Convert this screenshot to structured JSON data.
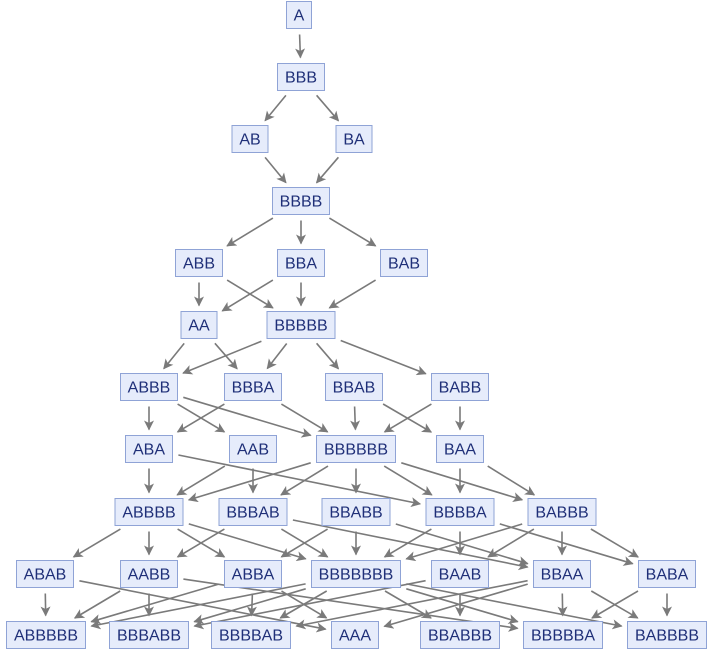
{
  "graph": {
    "nodes": [
      {
        "id": "n0",
        "label": "A",
        "level": 0
      },
      {
        "id": "n1",
        "label": "BBB",
        "level": 1
      },
      {
        "id": "n2",
        "label": "AB",
        "level": 2
      },
      {
        "id": "n3",
        "label": "BA",
        "level": 2
      },
      {
        "id": "n4",
        "label": "BBBB",
        "level": 3
      },
      {
        "id": "n5",
        "label": "ABB",
        "level": 4
      },
      {
        "id": "n6",
        "label": "BBA",
        "level": 4
      },
      {
        "id": "n7",
        "label": "BAB",
        "level": 4
      },
      {
        "id": "n8",
        "label": "AA",
        "level": 5
      },
      {
        "id": "n9",
        "label": "BBBBB",
        "level": 5
      },
      {
        "id": "n10",
        "label": "ABBB",
        "level": 6
      },
      {
        "id": "n11",
        "label": "BBBA",
        "level": 6
      },
      {
        "id": "n12",
        "label": "BBAB",
        "level": 6
      },
      {
        "id": "n13",
        "label": "BABB",
        "level": 6
      },
      {
        "id": "n14",
        "label": "ABA",
        "level": 7
      },
      {
        "id": "n15",
        "label": "AAB",
        "level": 7
      },
      {
        "id": "n16",
        "label": "BBBBBB",
        "level": 7
      },
      {
        "id": "n17",
        "label": "BAA",
        "level": 7
      },
      {
        "id": "n18",
        "label": "ABBBB",
        "level": 8
      },
      {
        "id": "n19",
        "label": "BBBAB",
        "level": 8
      },
      {
        "id": "n20",
        "label": "BBABB",
        "level": 8
      },
      {
        "id": "n21",
        "label": "BBBBA",
        "level": 8
      },
      {
        "id": "n22",
        "label": "BABBB",
        "level": 8
      },
      {
        "id": "n23",
        "label": "ABAB",
        "level": 9
      },
      {
        "id": "n24",
        "label": "AABB",
        "level": 9
      },
      {
        "id": "n25",
        "label": "ABBA",
        "level": 9
      },
      {
        "id": "n26",
        "label": "BBBBBBB",
        "level": 9
      },
      {
        "id": "n27",
        "label": "BAAB",
        "level": 9
      },
      {
        "id": "n28",
        "label": "BBAA",
        "level": 9
      },
      {
        "id": "n29",
        "label": "BABA",
        "level": 9
      },
      {
        "id": "n30",
        "label": "ABBBBB",
        "level": 10
      },
      {
        "id": "n31",
        "label": "BBBABB",
        "level": 10
      },
      {
        "id": "n32",
        "label": "BBBBAB",
        "level": 10
      },
      {
        "id": "n33",
        "label": "AAA",
        "level": 10
      },
      {
        "id": "n34",
        "label": "BBABBB",
        "level": 10
      },
      {
        "id": "n35",
        "label": "BBBBBA",
        "level": 10
      },
      {
        "id": "n36",
        "label": "BABBBB",
        "level": 10
      }
    ],
    "edges": [
      [
        "n0",
        "n1"
      ],
      [
        "n1",
        "n2"
      ],
      [
        "n1",
        "n3"
      ],
      [
        "n2",
        "n4"
      ],
      [
        "n3",
        "n4"
      ],
      [
        "n4",
        "n5"
      ],
      [
        "n4",
        "n6"
      ],
      [
        "n4",
        "n7"
      ],
      [
        "n5",
        "n8"
      ],
      [
        "n5",
        "n9"
      ],
      [
        "n6",
        "n8"
      ],
      [
        "n6",
        "n9"
      ],
      [
        "n7",
        "n9"
      ],
      [
        "n8",
        "n10"
      ],
      [
        "n8",
        "n11"
      ],
      [
        "n9",
        "n10"
      ],
      [
        "n9",
        "n11"
      ],
      [
        "n9",
        "n12"
      ],
      [
        "n9",
        "n13"
      ],
      [
        "n10",
        "n14"
      ],
      [
        "n10",
        "n15"
      ],
      [
        "n10",
        "n16"
      ],
      [
        "n11",
        "n14"
      ],
      [
        "n11",
        "n16"
      ],
      [
        "n12",
        "n16"
      ],
      [
        "n12",
        "n17"
      ],
      [
        "n13",
        "n16"
      ],
      [
        "n13",
        "n17"
      ],
      [
        "n14",
        "n18"
      ],
      [
        "n14",
        "n21"
      ],
      [
        "n15",
        "n18"
      ],
      [
        "n15",
        "n19"
      ],
      [
        "n16",
        "n18"
      ],
      [
        "n16",
        "n19"
      ],
      [
        "n16",
        "n20"
      ],
      [
        "n16",
        "n21"
      ],
      [
        "n16",
        "n22"
      ],
      [
        "n17",
        "n21"
      ],
      [
        "n17",
        "n22"
      ],
      [
        "n18",
        "n23"
      ],
      [
        "n18",
        "n24"
      ],
      [
        "n18",
        "n25"
      ],
      [
        "n18",
        "n26"
      ],
      [
        "n19",
        "n24"
      ],
      [
        "n19",
        "n26"
      ],
      [
        "n19",
        "n28"
      ],
      [
        "n20",
        "n25"
      ],
      [
        "n20",
        "n26"
      ],
      [
        "n20",
        "n28"
      ],
      [
        "n21",
        "n26"
      ],
      [
        "n21",
        "n27"
      ],
      [
        "n21",
        "n29"
      ],
      [
        "n22",
        "n26"
      ],
      [
        "n22",
        "n27"
      ],
      [
        "n22",
        "n28"
      ],
      [
        "n22",
        "n29"
      ],
      [
        "n23",
        "n30"
      ],
      [
        "n23",
        "n33"
      ],
      [
        "n24",
        "n30"
      ],
      [
        "n24",
        "n31"
      ],
      [
        "n24",
        "n35"
      ],
      [
        "n25",
        "n30"
      ],
      [
        "n25",
        "n32"
      ],
      [
        "n25",
        "n33"
      ],
      [
        "n26",
        "n30"
      ],
      [
        "n26",
        "n31"
      ],
      [
        "n26",
        "n32"
      ],
      [
        "n26",
        "n34"
      ],
      [
        "n26",
        "n35"
      ],
      [
        "n26",
        "n36"
      ],
      [
        "n27",
        "n31"
      ],
      [
        "n27",
        "n34"
      ],
      [
        "n28",
        "n32"
      ],
      [
        "n28",
        "n33"
      ],
      [
        "n28",
        "n35"
      ],
      [
        "n28",
        "n36"
      ],
      [
        "n29",
        "n35"
      ],
      [
        "n29",
        "n36"
      ]
    ]
  }
}
